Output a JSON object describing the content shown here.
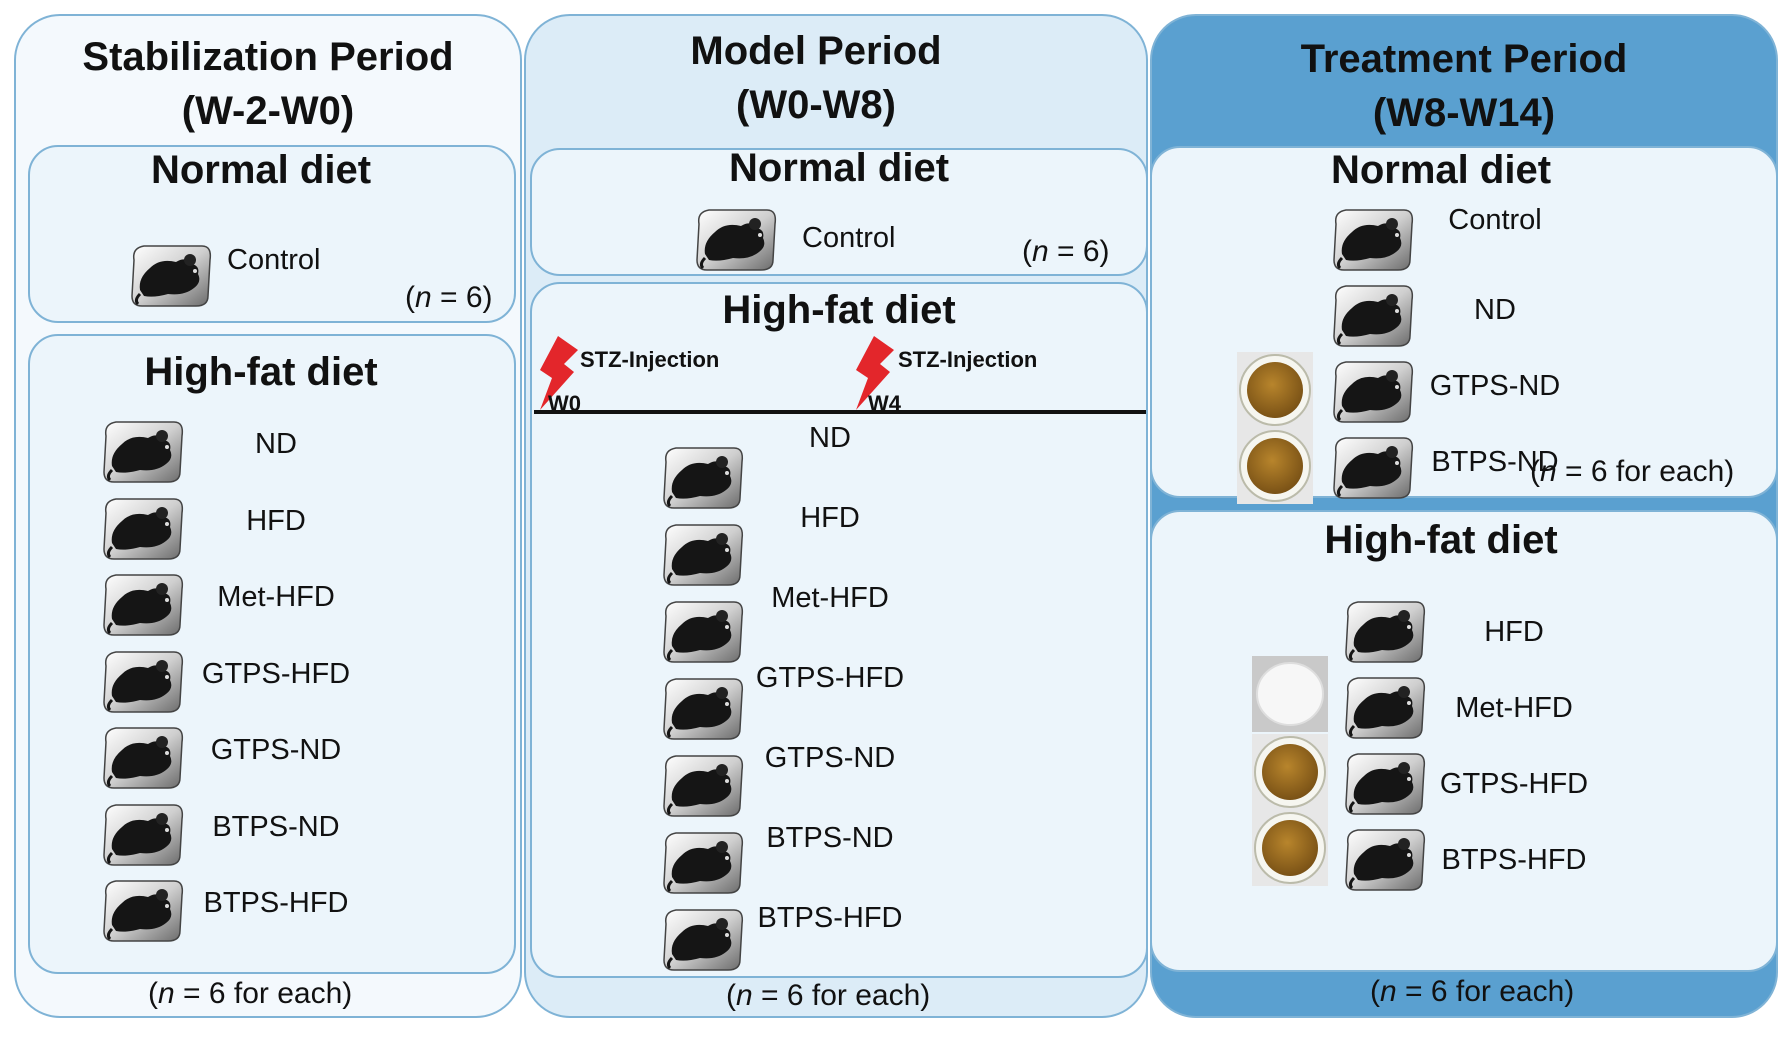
{
  "stabilization": {
    "title_line1": "Stabilization Period",
    "title_line2": "(W-2-W0)",
    "normal_title": "Normal diet",
    "normal_group": "Control",
    "normal_n_var": "n",
    "normal_n_rest": " = 6)",
    "hfd_title": "High-fat diet",
    "hfd_groups": [
      "ND",
      "HFD",
      "Met-HFD",
      "GTPS-HFD",
      "GTPS-ND",
      "BTPS-ND",
      "BTPS-HFD"
    ],
    "n_var": "n",
    "n_rest": " = 6 for each)"
  },
  "model": {
    "title_line1": "Model Period",
    "title_line2": "(W0-W8)",
    "normal_title": "Normal diet",
    "normal_group": "Control",
    "normal_n_var": "n",
    "normal_n_rest": " = 6)",
    "hfd_title": "High-fat diet",
    "injection1_label": "STZ-Injection",
    "injection1_week": "W0",
    "injection2_label": "STZ-Injection",
    "injection2_week": "W4",
    "hfd_groups": [
      "ND",
      "HFD",
      "Met-HFD",
      "GTPS-HFD",
      "GTPS-ND",
      "BTPS-ND",
      "BTPS-HFD"
    ],
    "n_var": "n",
    "n_rest": " = 6 for each)"
  },
  "treatment": {
    "title_line1": "Treatment Period",
    "title_line2": "(W8-W14)",
    "normal_title": "Normal diet",
    "normal_groups": [
      "Control",
      "ND",
      "GTPS-ND",
      "BTPS-ND"
    ],
    "normal_n_var": "n",
    "normal_n_rest": " = 6 for each)",
    "hfd_title": "High-fat diet",
    "hfd_groups": [
      "HFD",
      "Met-HFD",
      "GTPS-HFD",
      "BTPS-HFD"
    ],
    "n_var": "n",
    "n_rest": " = 6 for each)"
  },
  "colors": {
    "panel_border": "#7fb3d6",
    "panel1_fill": "#f4f9fd",
    "panel2_fill": "#dcecf7",
    "panel3_fill": "#5aa0d0",
    "box_fill": "#ecf5fb",
    "injection_red": "#e3262b",
    "dish_powder": "#9a6a1f"
  }
}
